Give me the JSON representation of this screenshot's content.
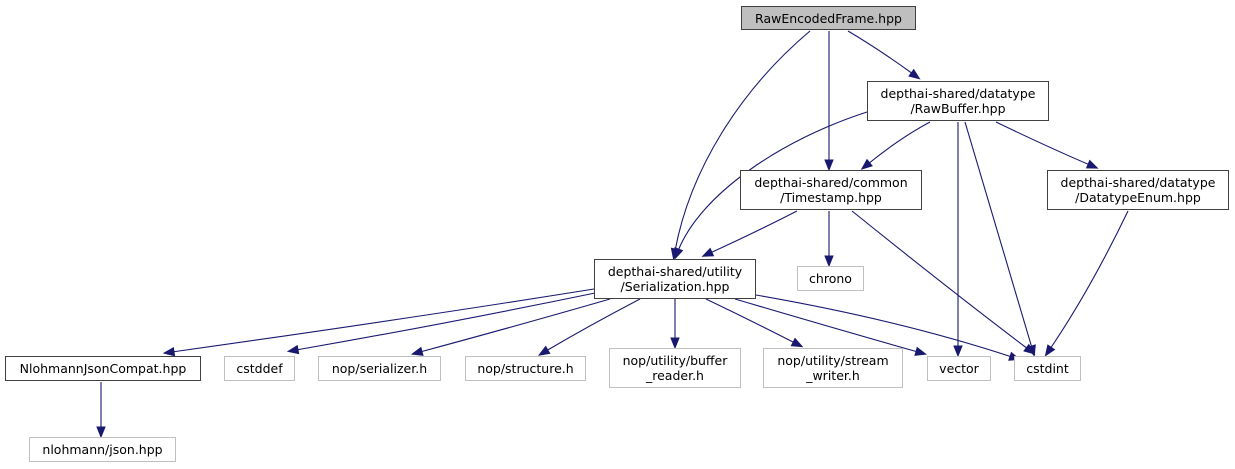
{
  "diagram": {
    "type": "include-dependency-graph",
    "edge_color": "#191970",
    "nodes": {
      "root": {
        "label": "RawEncodedFrame.hpp",
        "kind": "root"
      },
      "rawbuffer": {
        "label": "depthai-shared/datatype\n/RawBuffer.hpp",
        "kind": "documented"
      },
      "timestamp": {
        "label": "depthai-shared/common\n/Timestamp.hpp",
        "kind": "documented"
      },
      "datatypeenum": {
        "label": "depthai-shared/datatype\n/DatatypeEnum.hpp",
        "kind": "documented"
      },
      "serialization": {
        "label": "depthai-shared/utility\n/Serialization.hpp",
        "kind": "documented"
      },
      "chrono": {
        "label": "chrono",
        "kind": "external"
      },
      "nlohmannjsoncompat": {
        "label": "NlohmannJsonCompat.hpp",
        "kind": "documented"
      },
      "cstddef": {
        "label": "cstddef",
        "kind": "external"
      },
      "serializer": {
        "label": "nop/serializer.h",
        "kind": "external"
      },
      "structure": {
        "label": "nop/structure.h",
        "kind": "external"
      },
      "buffer_reader": {
        "label": "nop/utility/buffer\n_reader.h",
        "kind": "external"
      },
      "stream_writer": {
        "label": "nop/utility/stream\n_writer.h",
        "kind": "external"
      },
      "vector": {
        "label": "vector",
        "kind": "external"
      },
      "cstdint": {
        "label": "cstdint",
        "kind": "external"
      },
      "json": {
        "label": "nlohmann/json.hpp",
        "kind": "external"
      }
    },
    "edges": [
      [
        "root",
        "rawbuffer"
      ],
      [
        "root",
        "timestamp"
      ],
      [
        "root",
        "serialization"
      ],
      [
        "rawbuffer",
        "timestamp"
      ],
      [
        "rawbuffer",
        "serialization"
      ],
      [
        "rawbuffer",
        "datatypeenum"
      ],
      [
        "rawbuffer",
        "vector"
      ],
      [
        "rawbuffer",
        "cstdint"
      ],
      [
        "timestamp",
        "serialization"
      ],
      [
        "timestamp",
        "chrono"
      ],
      [
        "timestamp",
        "cstdint"
      ],
      [
        "datatypeenum",
        "cstdint"
      ],
      [
        "serialization",
        "nlohmannjsoncompat"
      ],
      [
        "serialization",
        "cstddef"
      ],
      [
        "serialization",
        "serializer"
      ],
      [
        "serialization",
        "structure"
      ],
      [
        "serialization",
        "buffer_reader"
      ],
      [
        "serialization",
        "stream_writer"
      ],
      [
        "serialization",
        "vector"
      ],
      [
        "serialization",
        "cstdint"
      ],
      [
        "nlohmannjsoncompat",
        "json"
      ]
    ]
  }
}
